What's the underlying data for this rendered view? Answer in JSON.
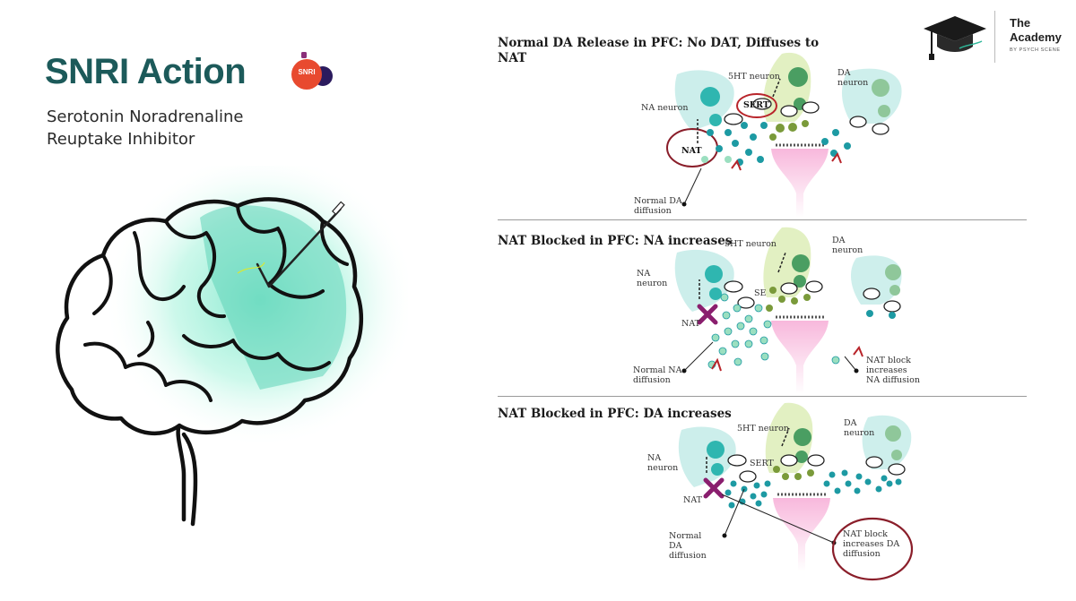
{
  "title": "SNRI Action",
  "subtitle": "Serotonin Noradrenaline Reuptake Inhibitor",
  "pill_label": "SNRI",
  "logo": {
    "line1": "The",
    "line2": "Academy",
    "sub": "BY PSYCH SCENE",
    "icon": "graduation-cap-icon"
  },
  "colors": {
    "title": "#1c5a5a",
    "brain_highlight": "#5fd3b8",
    "pill": "#e84a2f",
    "block": "#8a1e6e",
    "receptor": "#b8242a"
  },
  "panels": [
    {
      "title": "Normal DA Release in PFC: No DAT, Diffuses to NAT",
      "labels": {
        "na_neuron": "NA neuron",
        "ht_neuron": "5HT neuron",
        "da_neuron": "DA neuron",
        "nat": "NAT",
        "sert": "SERT",
        "note": "Normal DA diffusion"
      }
    },
    {
      "title": "NAT Blocked in PFC: NA increases",
      "labels": {
        "na_neuron": "NA neuron",
        "ht_neuron": "5HT neuron",
        "da_neuron": "DA neuron",
        "nat": "NAT",
        "sert": "SE",
        "note": "Normal NA diffusion",
        "note2": "NAT block increases NA diffusion"
      }
    },
    {
      "title": "NAT Blocked in PFC: DA increases",
      "labels": {
        "na_neuron": "NA neuron",
        "ht_neuron": "5HT neuron",
        "da_neuron": "DA neuron",
        "nat": "NAT",
        "sert": "SERT",
        "note": "Normal DA diffusion",
        "note2": "NAT block increases DA diffusion"
      }
    }
  ]
}
